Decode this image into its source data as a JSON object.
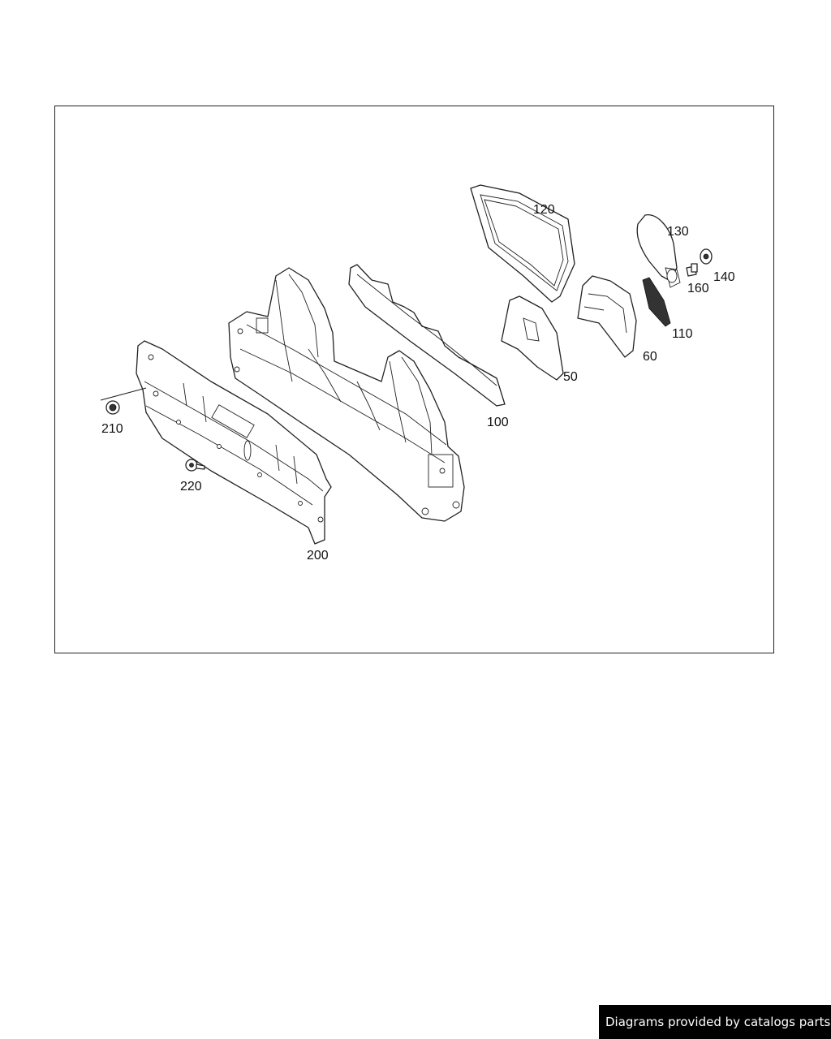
{
  "diagram": {
    "parts": [
      {
        "id": "120",
        "label": "120"
      },
      {
        "id": "130",
        "label": "130"
      },
      {
        "id": "140",
        "label": "140"
      },
      {
        "id": "160",
        "label": "160"
      },
      {
        "id": "110",
        "label": "110"
      },
      {
        "id": "60",
        "label": "60"
      },
      {
        "id": "50",
        "label": "50"
      },
      {
        "id": "100",
        "label": "100"
      },
      {
        "id": "210",
        "label": "210"
      },
      {
        "id": "220",
        "label": "220"
      },
      {
        "id": "200",
        "label": "200"
      }
    ]
  },
  "footer": {
    "credit": "Diagrams provided by catalogs parts"
  }
}
